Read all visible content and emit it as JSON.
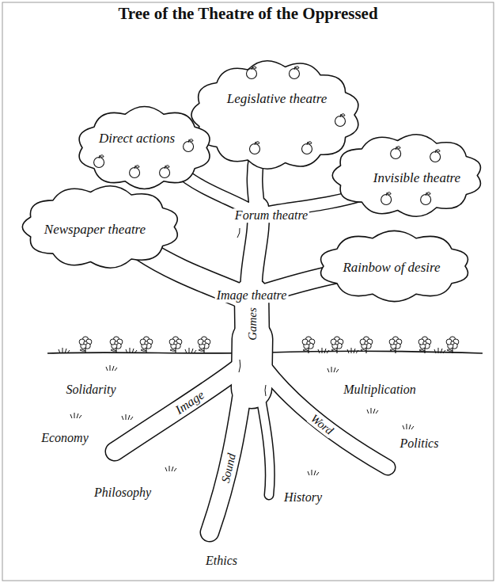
{
  "diagram": {
    "title": "Tree of the Theatre of the Oppressed",
    "nodes": [
      {
        "text": [
          "Legislative theatre"
        ]
      },
      {
        "text": [
          "Direct actions"
        ]
      },
      {
        "text": [
          "Invisible theatre"
        ]
      },
      {
        "text": [
          "Newspaper theatre"
        ]
      },
      {
        "text": [
          "Rainbow of desire"
        ]
      }
    ],
    "labels": [
      "Forum theatre",
      "Image theatre",
      "Games",
      "Solidarity",
      "Multiplication",
      "Image",
      "Economy",
      "Word",
      "Politics",
      "Sound",
      "Philosophy",
      "History",
      "Ethics"
    ]
  }
}
